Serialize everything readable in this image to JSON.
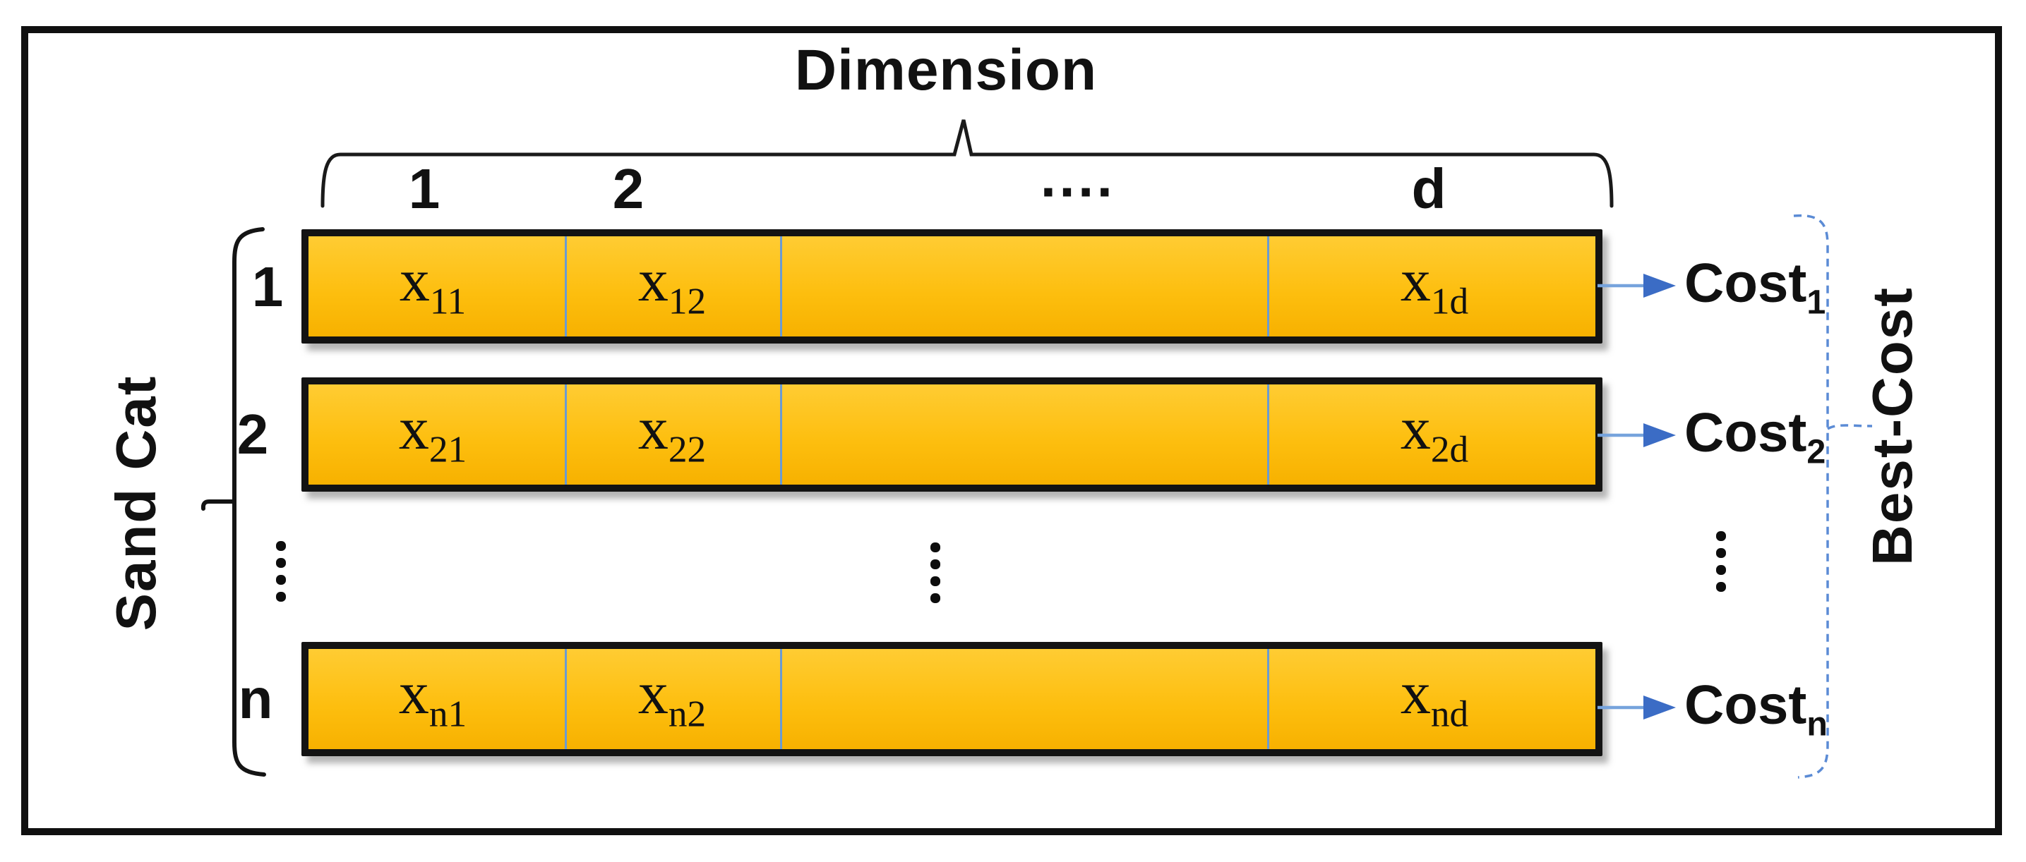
{
  "figure": {
    "title": "Dimension",
    "left_group_label": "Sand Cat",
    "right_group_label": "Best-Cost",
    "column_headers": [
      "1",
      "2",
      "····",
      "d"
    ],
    "rows": [
      {
        "index_label": "1",
        "cells": [
          {
            "var": "x",
            "sub": "11"
          },
          {
            "var": "x",
            "sub": "12"
          },
          {
            "var": "x",
            "sub": "1d"
          }
        ],
        "cost": {
          "base": "Cost",
          "sub": "1"
        }
      },
      {
        "index_label": "2",
        "cells": [
          {
            "var": "x",
            "sub": "21"
          },
          {
            "var": "x",
            "sub": "22"
          },
          {
            "var": "x",
            "sub": "2d"
          }
        ],
        "cost": {
          "base": "Cost",
          "sub": "2"
        }
      },
      {
        "index_label": "n",
        "cells": [
          {
            "var": "x",
            "sub": "n1"
          },
          {
            "var": "x",
            "sub": "n2"
          },
          {
            "var": "x",
            "sub": "nd"
          }
        ],
        "cost": {
          "base": "Cost",
          "sub": "n"
        }
      }
    ],
    "ellipsis": {
      "vertical": "⋮",
      "horizontal": "····"
    },
    "colors": {
      "bar_fill_top": "#FFCC33",
      "bar_fill_bottom": "#F7B100",
      "bar_border": "#131313",
      "cell_divider": "#6B9BD2",
      "arrow_head_blue": "#3B6CC5",
      "arrow_line_blue": "#76A3DC",
      "dashed_brace_blue": "#5B8BD5",
      "ink": "#111111",
      "background": "#FFFFFF"
    }
  }
}
